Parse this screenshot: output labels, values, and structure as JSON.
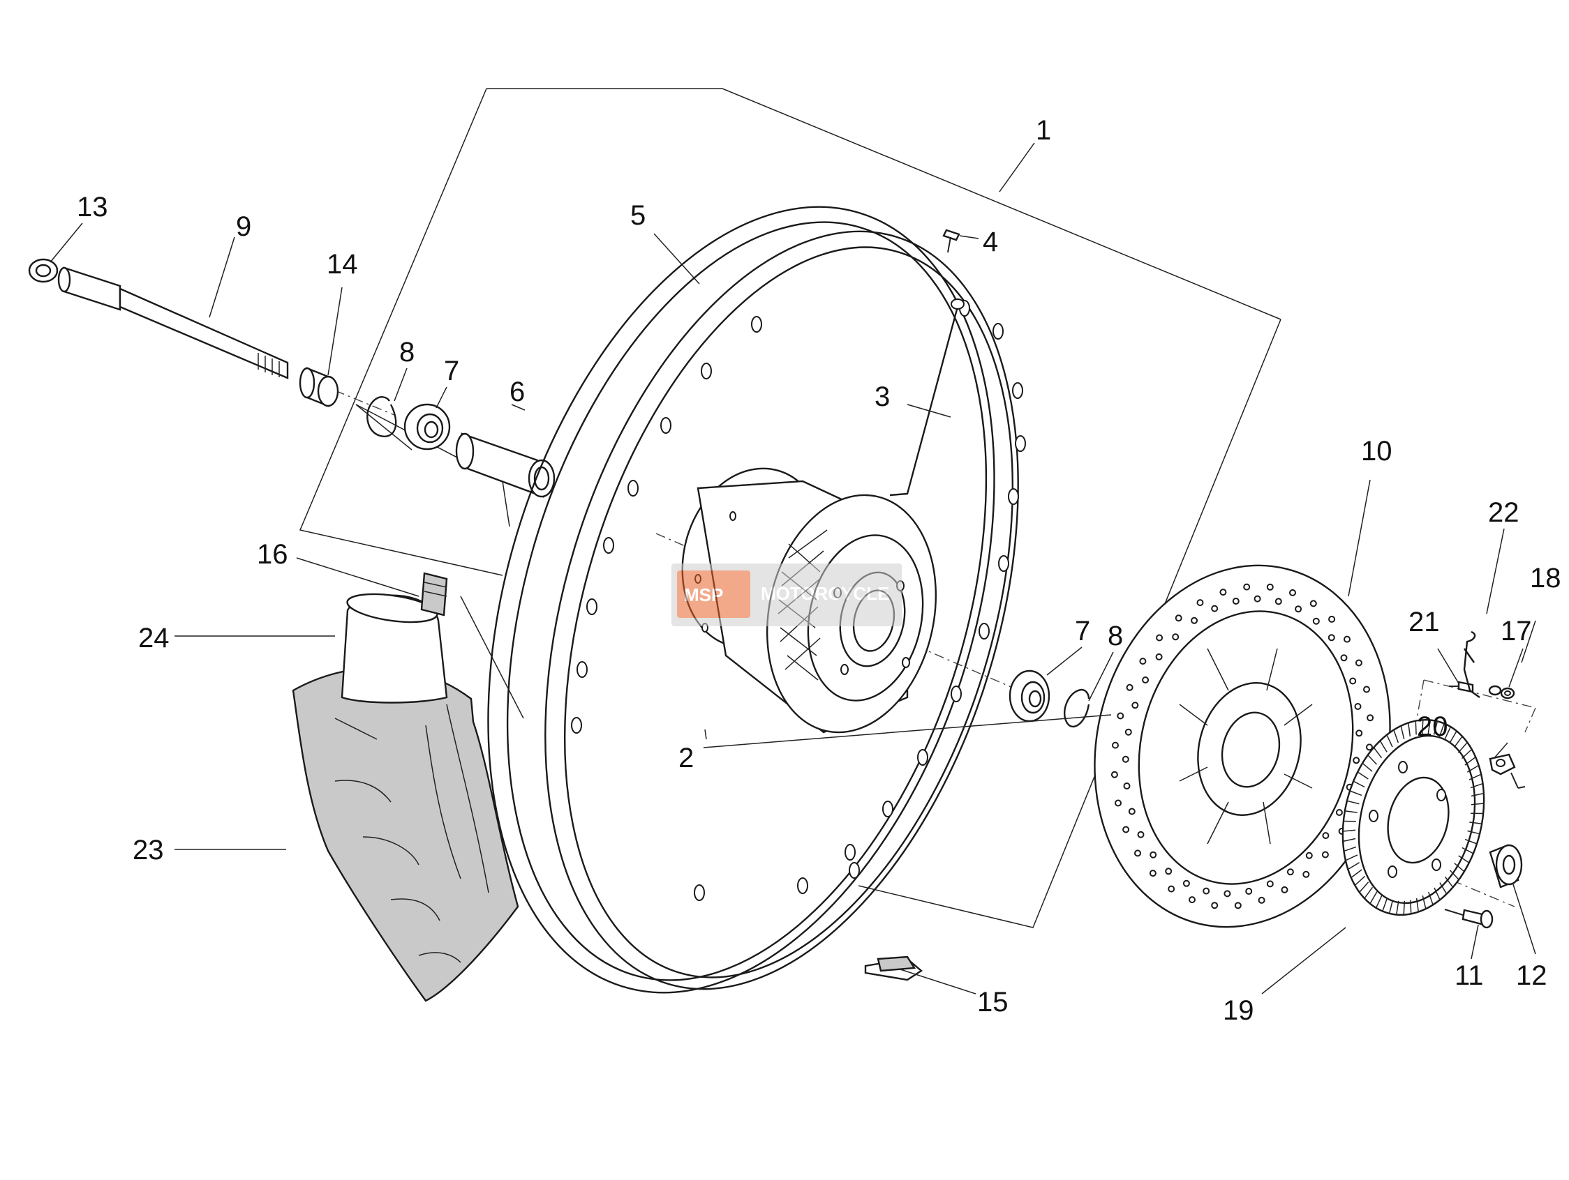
{
  "callouts": [
    {
      "id": "1",
      "label": "1"
    },
    {
      "id": "2",
      "label": "2"
    },
    {
      "id": "3",
      "label": "3"
    },
    {
      "id": "4",
      "label": "4"
    },
    {
      "id": "5",
      "label": "5"
    },
    {
      "id": "6",
      "label": "6"
    },
    {
      "id": "7a",
      "label": "7"
    },
    {
      "id": "7b",
      "label": "7"
    },
    {
      "id": "8a",
      "label": "8"
    },
    {
      "id": "8b",
      "label": "8"
    },
    {
      "id": "9",
      "label": "9"
    },
    {
      "id": "10",
      "label": "10"
    },
    {
      "id": "11",
      "label": "11"
    },
    {
      "id": "12",
      "label": "12"
    },
    {
      "id": "13",
      "label": "13"
    },
    {
      "id": "14",
      "label": "14"
    },
    {
      "id": "15",
      "label": "15"
    },
    {
      "id": "16",
      "label": "16"
    },
    {
      "id": "17",
      "label": "17"
    },
    {
      "id": "18",
      "label": "18"
    },
    {
      "id": "19",
      "label": "19"
    },
    {
      "id": "20",
      "label": "20"
    },
    {
      "id": "21",
      "label": "21"
    },
    {
      "id": "22",
      "label": "22"
    },
    {
      "id": "23",
      "label": "23"
    },
    {
      "id": "24",
      "label": "24"
    }
  ],
  "watermark": {
    "brand": "MSP",
    "text": "MOTORCYCLE",
    "color": "#e8632b"
  }
}
